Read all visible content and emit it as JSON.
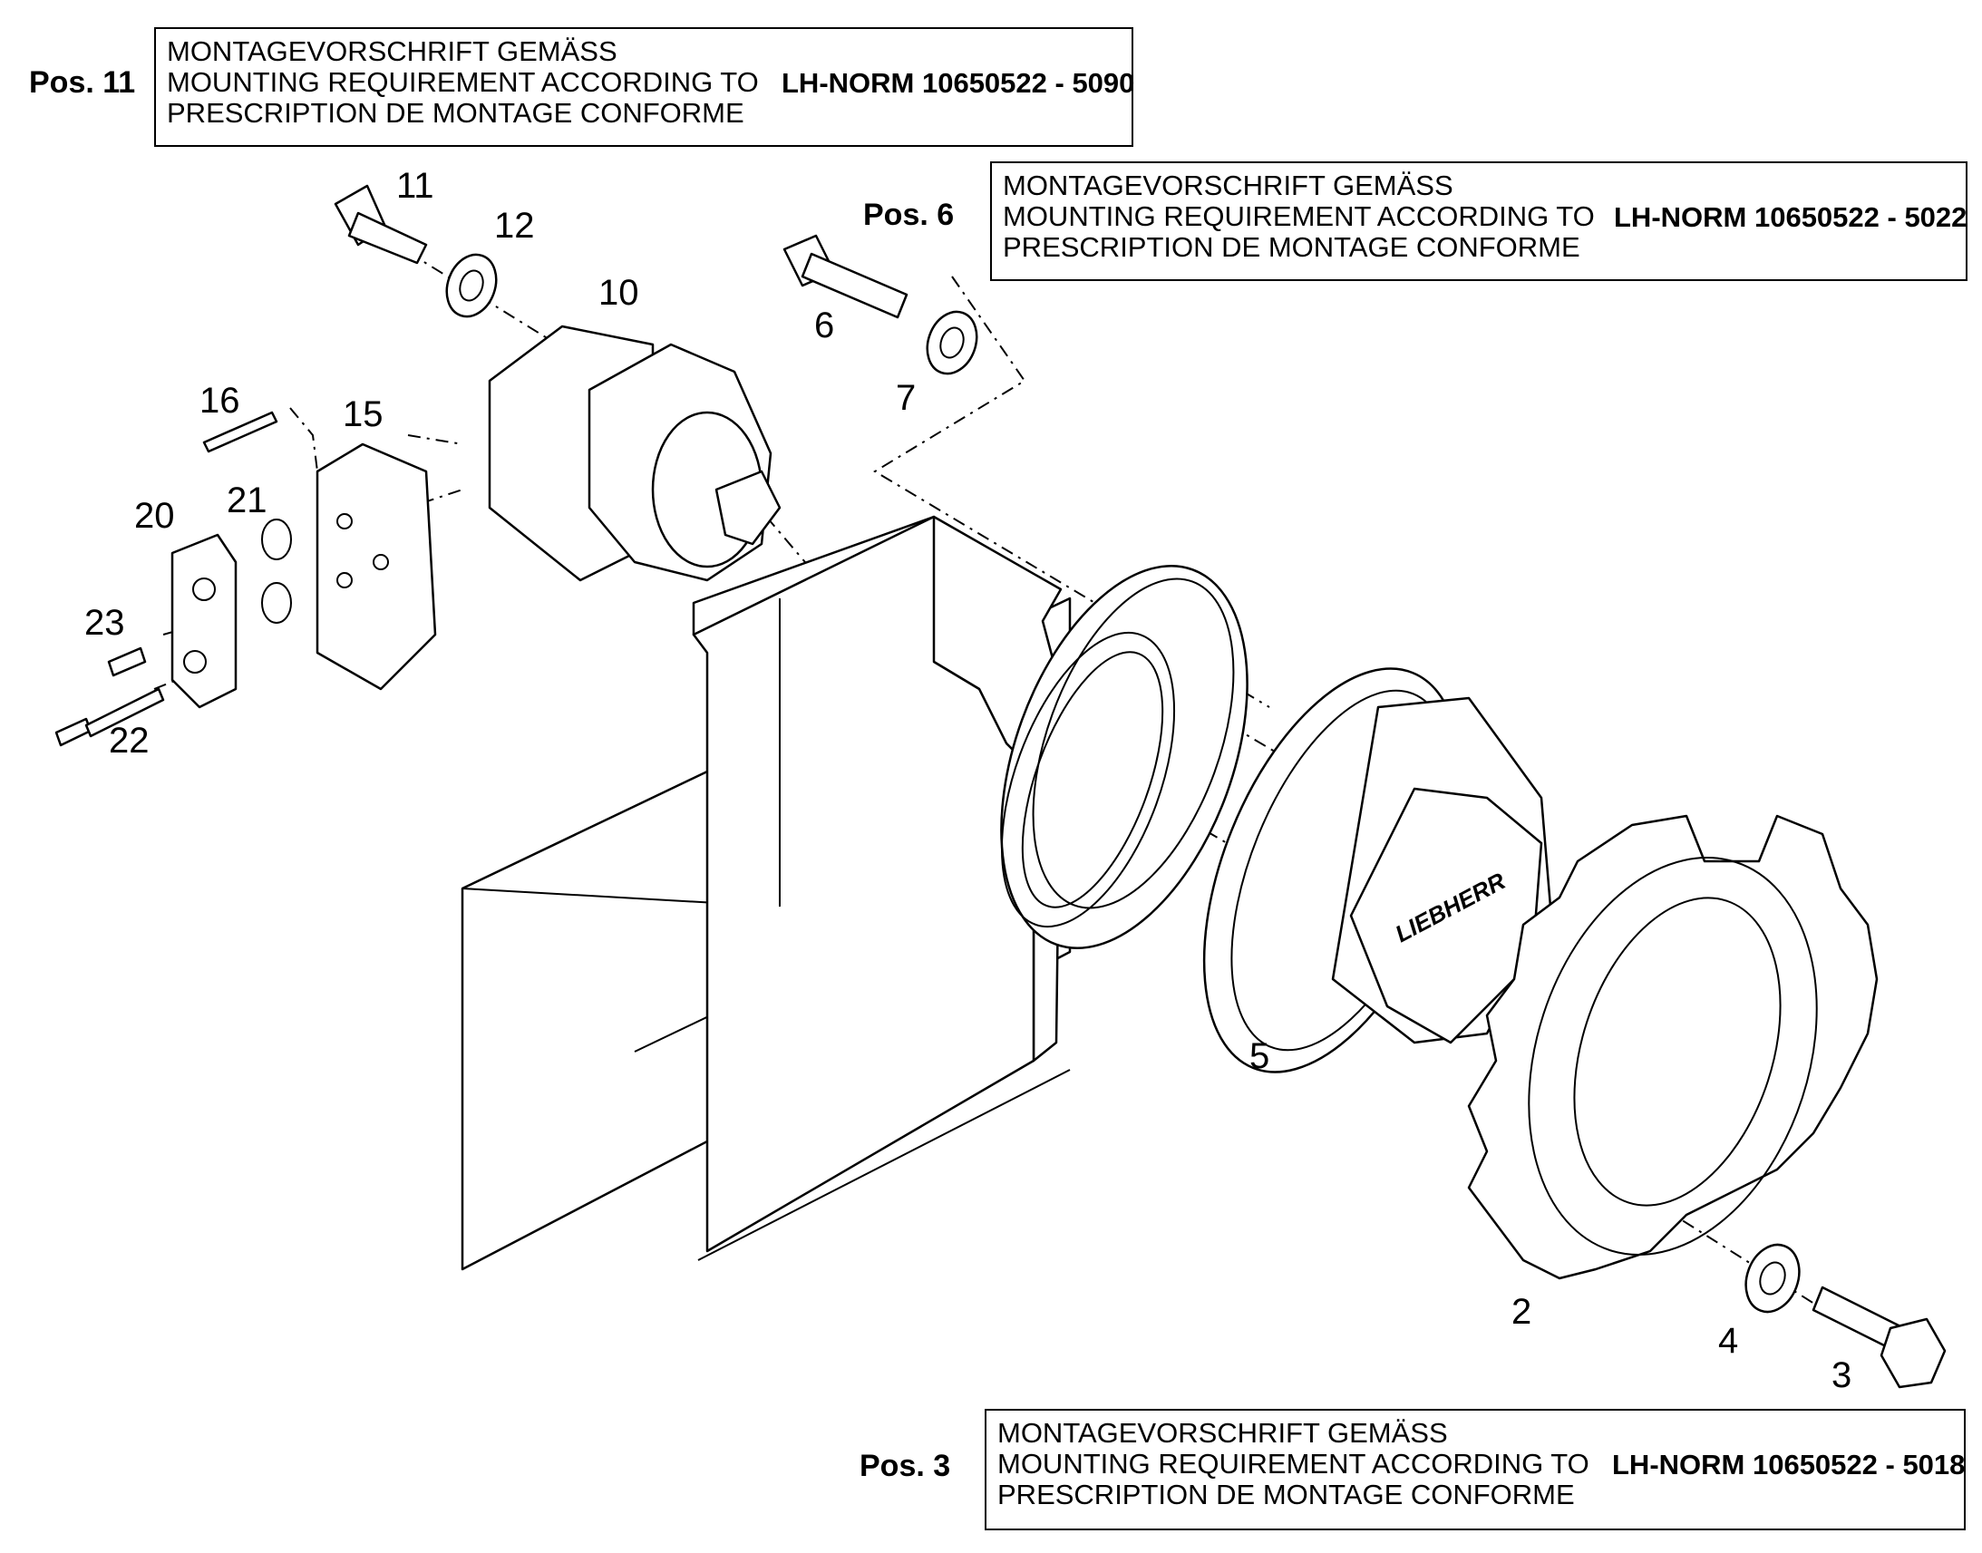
{
  "notes": [
    {
      "pos_label": "Pos. 11",
      "lines": [
        "MONTAGEVORSCHRIFT GEMÄSS",
        "MOUNTING REQUIREMENT ACCORDING TO",
        "PRESCRIPTION DE MONTAGE CONFORME"
      ],
      "norm": "LH-NORM 10650522 - 5090"
    },
    {
      "pos_label": "Pos. 6",
      "lines": [
        "MONTAGEVORSCHRIFT GEMÄSS",
        "MOUNTING REQUIREMENT ACCORDING TO",
        "PRESCRIPTION DE MONTAGE CONFORME"
      ],
      "norm": "LH-NORM 10650522 - 5022"
    },
    {
      "pos_label": "Pos. 3",
      "lines": [
        "MONTAGEVORSCHRIFT GEMÄSS",
        "MOUNTING REQUIREMENT ACCORDING TO",
        "PRESCRIPTION DE MONTAGE CONFORME"
      ],
      "norm": "LH-NORM 10650522 - 5018"
    }
  ],
  "callouts": {
    "c11": "11",
    "c12": "12",
    "c10": "10",
    "c6": "6",
    "c7": "7",
    "c16": "16",
    "c15": "15",
    "c21": "21",
    "c20": "20",
    "c23": "23",
    "c22": "22",
    "c5": "5",
    "c2": "2",
    "c4": "4",
    "c3": "3"
  },
  "brand": "LIEBHERR"
}
